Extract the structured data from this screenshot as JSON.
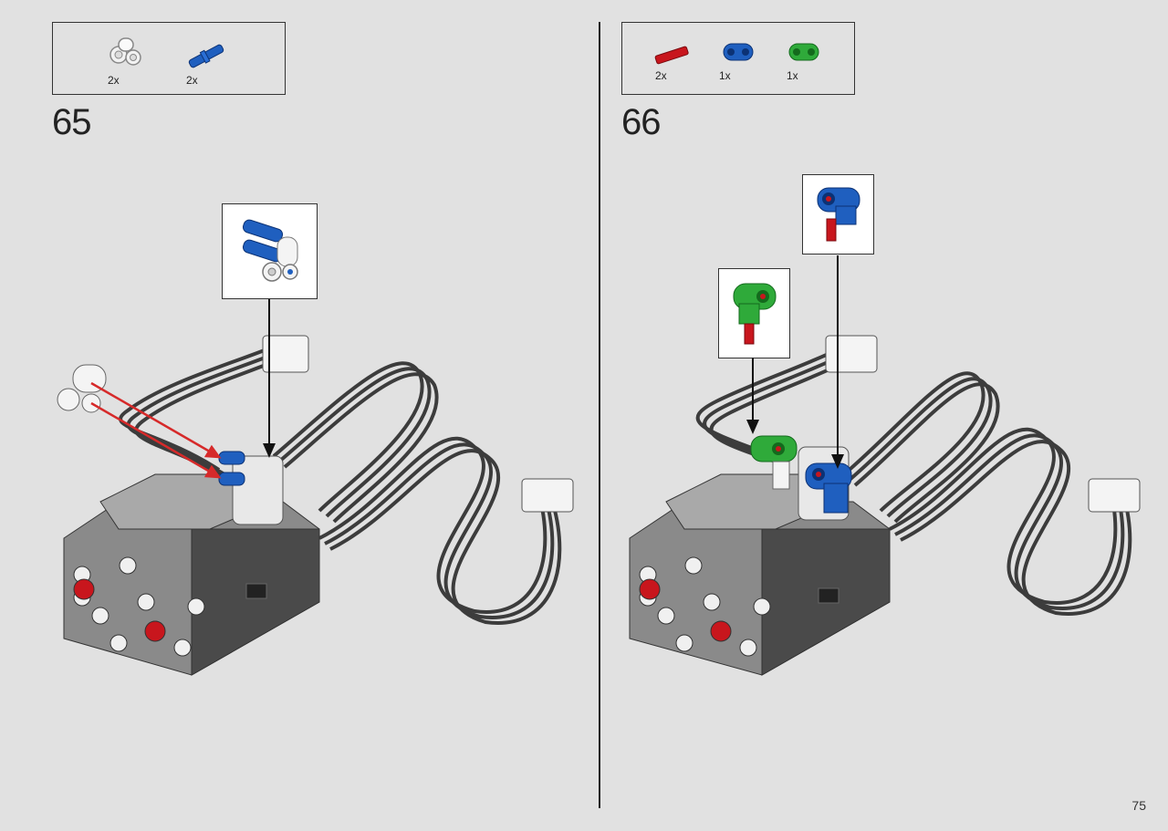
{
  "page": {
    "number": "75"
  },
  "steps": [
    {
      "number": "65",
      "parts": [
        {
          "qty": "2x",
          "icon": "white-axle-connector-icon",
          "color": "#f0f0f0"
        },
        {
          "qty": "2x",
          "icon": "blue-axle-pin-icon",
          "color": "#1f5fbf"
        }
      ]
    },
    {
      "number": "66",
      "parts": [
        {
          "qty": "2x",
          "icon": "red-axle-icon",
          "color": "#c8161d"
        },
        {
          "qty": "1x",
          "icon": "blue-perpendicular-connector-icon",
          "color": "#1f5fbf"
        },
        {
          "qty": "1x",
          "icon": "green-perpendicular-connector-icon",
          "color": "#2faa3a"
        }
      ]
    }
  ],
  "colors": {
    "motor_dark": "#4a4a4a",
    "motor_mid": "#8a8a8a",
    "motor_light": "#b8b8b8",
    "cable": "#3c3c3c",
    "arrow_red": "#d62a2a",
    "arrow_black": "#111111"
  }
}
